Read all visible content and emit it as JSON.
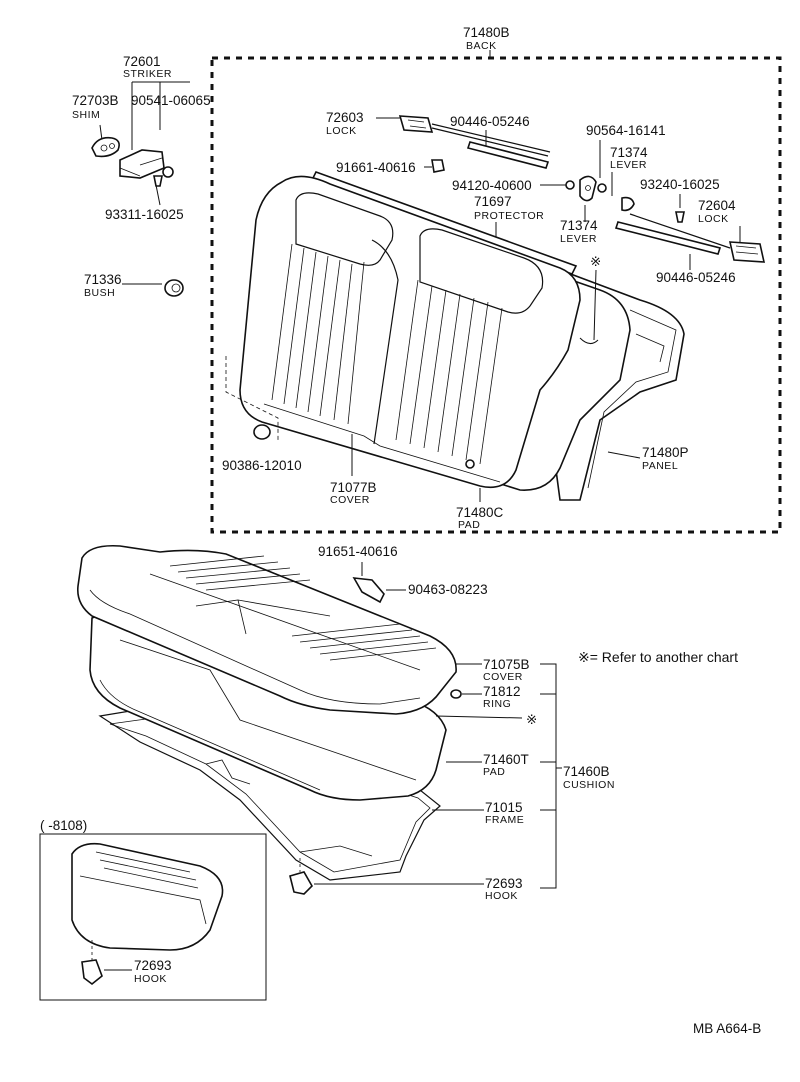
{
  "diagram_code": "MB A664-B",
  "note": "※= Refer to another chart",
  "inset_range": "(      -8108)",
  "labels": {
    "back_assy": {
      "number": "71480B",
      "name": "BACK"
    },
    "striker": {
      "number": "72601",
      "name": "STRIKER"
    },
    "shim": {
      "number": "72703B",
      "name": "SHIM"
    },
    "bolt_striker": {
      "number": "90541-06065"
    },
    "screw_striker": {
      "number": "93311-16025"
    },
    "bush": {
      "number": "71336",
      "name": "BUSH"
    },
    "lock_left": {
      "number": "72603",
      "name": "LOCK"
    },
    "rod_left": {
      "number": "90446-05246"
    },
    "clip_left": {
      "number": "91661-40616"
    },
    "clip_right": {
      "number": "90564-16141"
    },
    "lever_upper": {
      "number": "71374",
      "name": "LEVER"
    },
    "nut": {
      "number": "94120-40600"
    },
    "screw_lever": {
      "number": "93240-16025"
    },
    "protector": {
      "number": "71697",
      "name": "PROTECTOR"
    },
    "lever_lower": {
      "number": "71374",
      "name": "LEVER"
    },
    "lock_right": {
      "number": "72604",
      "name": "LOCK"
    },
    "rod_right": {
      "number": "90446-05246"
    },
    "grommet": {
      "number": "90386-12010"
    },
    "back_cover": {
      "number": "71077B",
      "name": "COVER"
    },
    "back_pad": {
      "number": "71480C",
      "name": "PAD"
    },
    "back_panel": {
      "number": "71480P",
      "name": "PANEL"
    },
    "bracket_bolt": {
      "number": "91651-40616"
    },
    "bracket_nut": {
      "number": "90463-08223"
    },
    "cushion_cover": {
      "number": "71075B",
      "name": "COVER"
    },
    "ring": {
      "number": "71812",
      "name": "RING"
    },
    "cushion_pad": {
      "number": "71460T",
      "name": "PAD"
    },
    "cushion_assy": {
      "number": "71460B",
      "name": "CUSHION"
    },
    "frame": {
      "number": "71015",
      "name": "FRAME"
    },
    "hook": {
      "number": "72693",
      "name": "HOOK"
    },
    "hook_inset": {
      "number": "72693",
      "name": "HOOK"
    }
  },
  "asterisk": "※"
}
